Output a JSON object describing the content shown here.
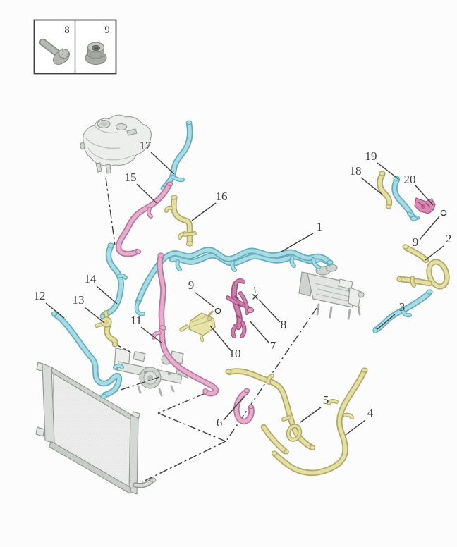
{
  "diagram": {
    "type": "parts-diagram",
    "subject": "engine-cooling-hoses-and-pipes"
  },
  "colors": {
    "background": "#fcfcfc",
    "line": "#3f3f3f",
    "hose_blue": "#a9dbe4",
    "hose_blue_outline": "#62aebd",
    "hose_pink": "#e6aecd",
    "hose_pink_outline": "#b9759c",
    "hose_pink_dark": "#cf7fae",
    "hose_pink_dark_outline": "#a5577f",
    "hose_yellow": "#e4dfa2",
    "hose_yellow_outline": "#b0a766",
    "part_gray": "#e2e5e2",
    "part_gray_outline": "#949a94"
  },
  "legend": {
    "items": [
      {
        "num": "8",
        "icon": "flange-bolt"
      },
      {
        "num": "9",
        "icon": "flange-nut"
      }
    ]
  },
  "callouts": [
    {
      "text": "17"
    },
    {
      "text": "15"
    },
    {
      "text": "16"
    },
    {
      "text": "1"
    },
    {
      "text": "19"
    },
    {
      "text": "18"
    },
    {
      "text": "20"
    },
    {
      "text": "9"
    },
    {
      "text": "2"
    },
    {
      "text": "3"
    },
    {
      "text": "14"
    },
    {
      "text": "13"
    },
    {
      "text": "12"
    },
    {
      "text": "11"
    },
    {
      "text": "9"
    },
    {
      "text": "10"
    },
    {
      "text": "7"
    },
    {
      "text": "8"
    },
    {
      "text": "6"
    },
    {
      "text": "5"
    },
    {
      "text": "4"
    }
  ]
}
